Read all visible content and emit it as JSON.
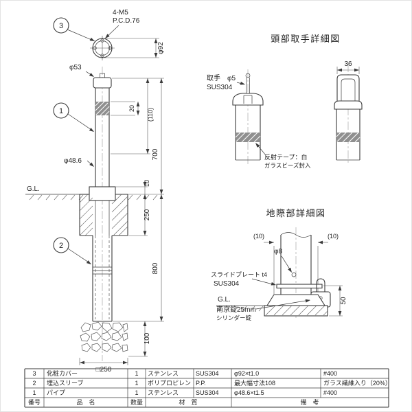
{
  "colors": {
    "line": "#3a3a3a",
    "dim": "#555555",
    "tape": "#8f8f8f",
    "bg": "#ffffff"
  },
  "mv": {
    "balloon1": "1",
    "balloon2": "2",
    "balloon3": "3",
    "note_4m5": "4-M5",
    "note_pcd": "P.C.D.76",
    "dim_phi92": "φ92",
    "dim_phi53": "φ53",
    "dim_phi486": "φ48.6",
    "dim_20": "20",
    "dim_110": "(110)",
    "dim_700": "700",
    "dim_10": "10",
    "dim_250": "250",
    "dim_800": "800",
    "dim_100": "100",
    "dim_sq250": "□250",
    "gl": "G.L."
  },
  "hd": {
    "title": "頭部取手詳細図",
    "handle1": "取手　φ5",
    "handle2": "SUS304",
    "dim_36": "36",
    "tape1": "反射テープ：白",
    "tape2": "ガラスビーズ封入"
  },
  "gd": {
    "title": "地際部詳細図",
    "dim_10l": "(10)",
    "dim_10r": "(10)",
    "dim_phi8": "φ8",
    "plate1": "スライドプレート t4",
    "plate2": "SUS304",
    "gl": "G.L.",
    "lock1": "南京錠25mm",
    "lock2": "シリンダー錠",
    "dim_50": "50"
  },
  "table": {
    "h_no": "番号",
    "h_name": "品　名",
    "h_qty": "数量",
    "h_mat": "材　質",
    "h_rem": "備　考",
    "rows": [
      {
        "no": "3",
        "name": "化粧カバー",
        "qty": "1",
        "mat": "ステンレス",
        "grade": "SUS304",
        "spec": "φ92×t1.0",
        "rem": "#400"
      },
      {
        "no": "2",
        "name": "埋込スリーブ",
        "qty": "1",
        "mat": "ポリプロピレン",
        "grade": "P.P.",
        "spec": "最大幅寸法108",
        "rem": "ガラス繊維入り（20%）"
      },
      {
        "no": "1",
        "name": "パイプ",
        "qty": "1",
        "mat": "ステンレス",
        "grade": "SUS304",
        "spec": "φ48.6×t1.5",
        "rem": "#400"
      }
    ]
  }
}
